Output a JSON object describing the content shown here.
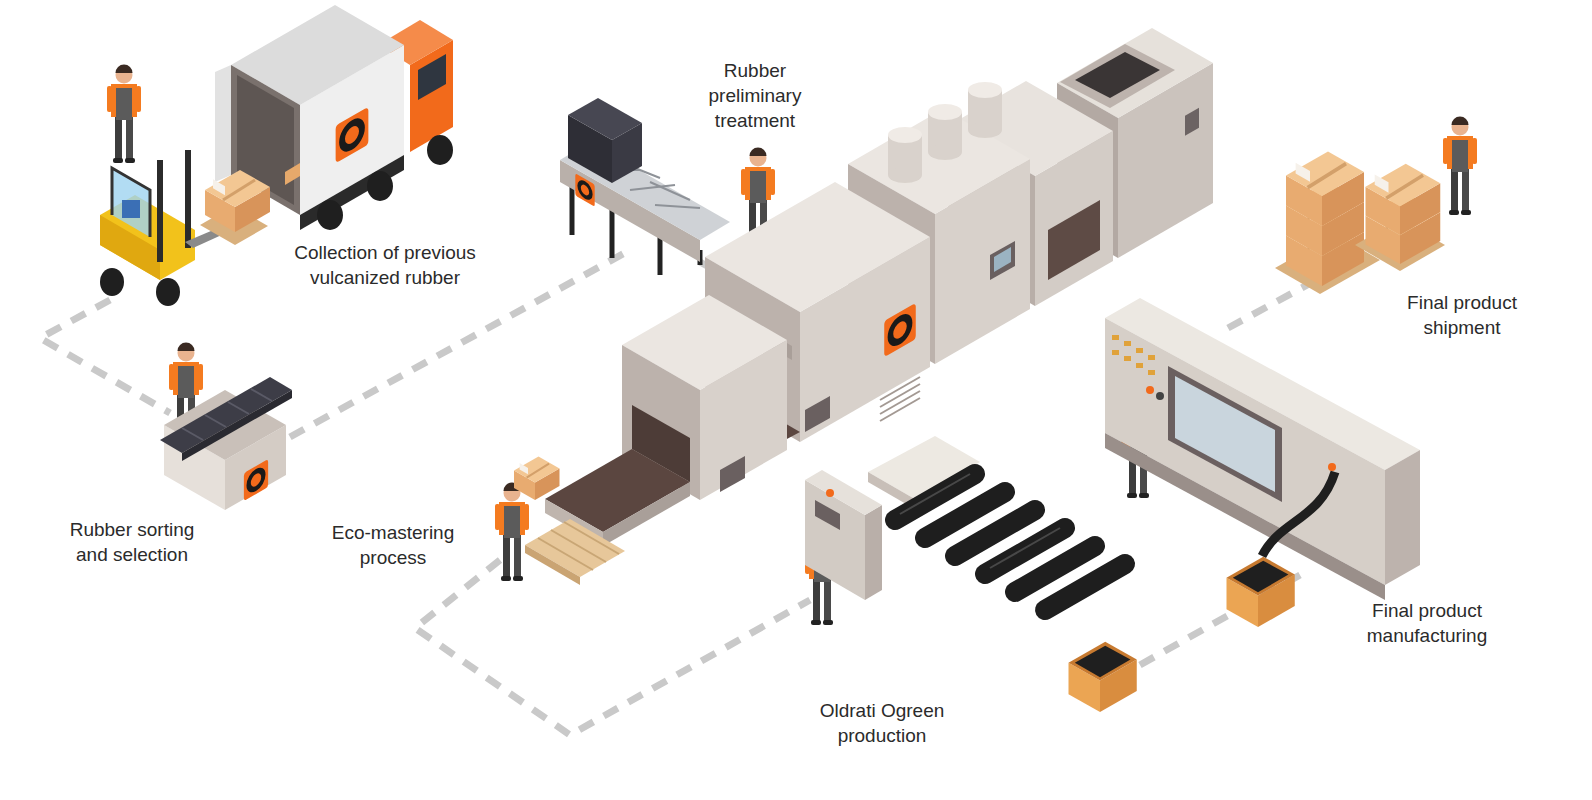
{
  "diagram": {
    "labels": [
      "Collection of previous vulcanized rubber",
      "Rubber preliminary treatment",
      "Final product shipment",
      "Rubber sorting and selection",
      "Eco-mastering process",
      "Final product manufacturing",
      "Oldrati Ogreen production"
    ]
  }
}
